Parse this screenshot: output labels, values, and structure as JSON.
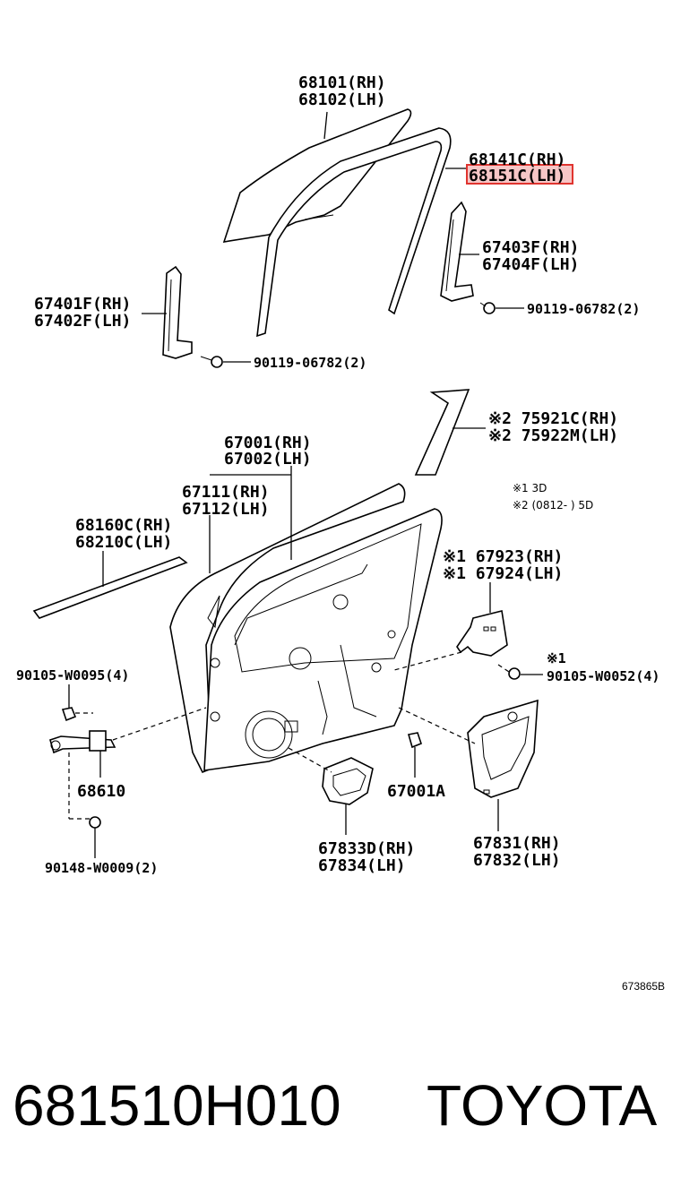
{
  "labels": {
    "glass": [
      "68101(RH)",
      "68102(LH)"
    ],
    "run": [
      "68141C(RH)",
      "68151C(LH)"
    ],
    "rear_sash": [
      "67403F(RH)",
      "67404F(LH)"
    ],
    "front_sash": [
      "67401F(RH)",
      "67402F(LH)"
    ],
    "bolt_a": "90119-06782(2)",
    "bolt_b": "90119-06782(2)",
    "trim": [
      "※2 75921C(RH)",
      "※2 75922M(LH)"
    ],
    "notes": [
      "※1 3D",
      "※2 (0812-      ) 5D"
    ],
    "panel": [
      "67001(RH)",
      "67002(LH)"
    ],
    "weatherstrip": [
      "67111(RH)",
      "67112(LH)"
    ],
    "belt_moulding": [
      "68160C(RH)",
      "68210C(LH)"
    ],
    "hole_cover": [
      "※1 67923(RH)",
      "※1 67924(LH)"
    ],
    "screw_left": "90105-W0095(4)",
    "screw_right": "※1",
    "screw_right_num": "90105-W0052(4)",
    "check": "68610",
    "clip": "67001A",
    "seal_b": [
      "67833D(RH)",
      "67834(LH)"
    ],
    "seal_a": [
      "67831(RH)",
      "67832(LH)"
    ],
    "bolt_c": "90148-W0009(2)",
    "diagram_code": "673865B"
  },
  "footer": {
    "part_number": "681510H010",
    "brand": "TOYOTA"
  },
  "colors": {
    "highlight_fill": "#f6c6c6",
    "highlight_stroke": "#e0342f"
  }
}
